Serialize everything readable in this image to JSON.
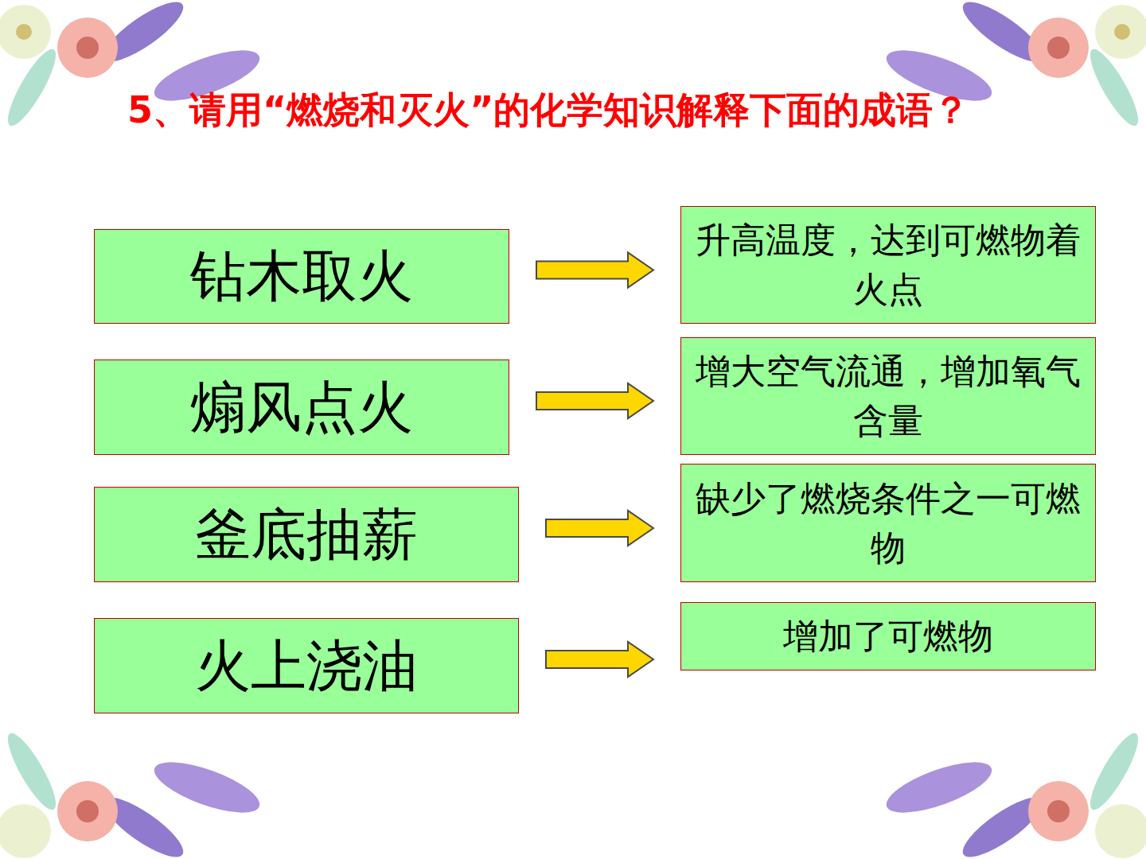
{
  "diagram": {
    "title": "5、请用“燃烧和灭火”的化学知识解释下面的成语？",
    "nodes": [
      {
        "text": [
          "钻木取火"
        ]
      },
      {
        "text": [
          "升高温度，达到可燃物着火点"
        ]
      },
      {
        "text": [
          "煽风点火"
        ]
      },
      {
        "text": [
          "增大空气流通，增加氧气含量"
        ]
      },
      {
        "text": [
          "釜底抽薪"
        ]
      },
      {
        "text": [
          "缺少了燃烧条件之一可燃物"
        ]
      },
      {
        "text": [
          "火上浇油"
        ]
      },
      {
        "text": [
          "增加了可燃物"
        ]
      }
    ],
    "edges": [
      {
        "from": 0,
        "to": 1,
        "arrow": "to"
      },
      {
        "from": 2,
        "to": 3,
        "arrow": "to"
      },
      {
        "from": 4,
        "to": 5,
        "arrow": "to"
      },
      {
        "from": 6,
        "to": 7,
        "arrow": "to"
      }
    ]
  }
}
